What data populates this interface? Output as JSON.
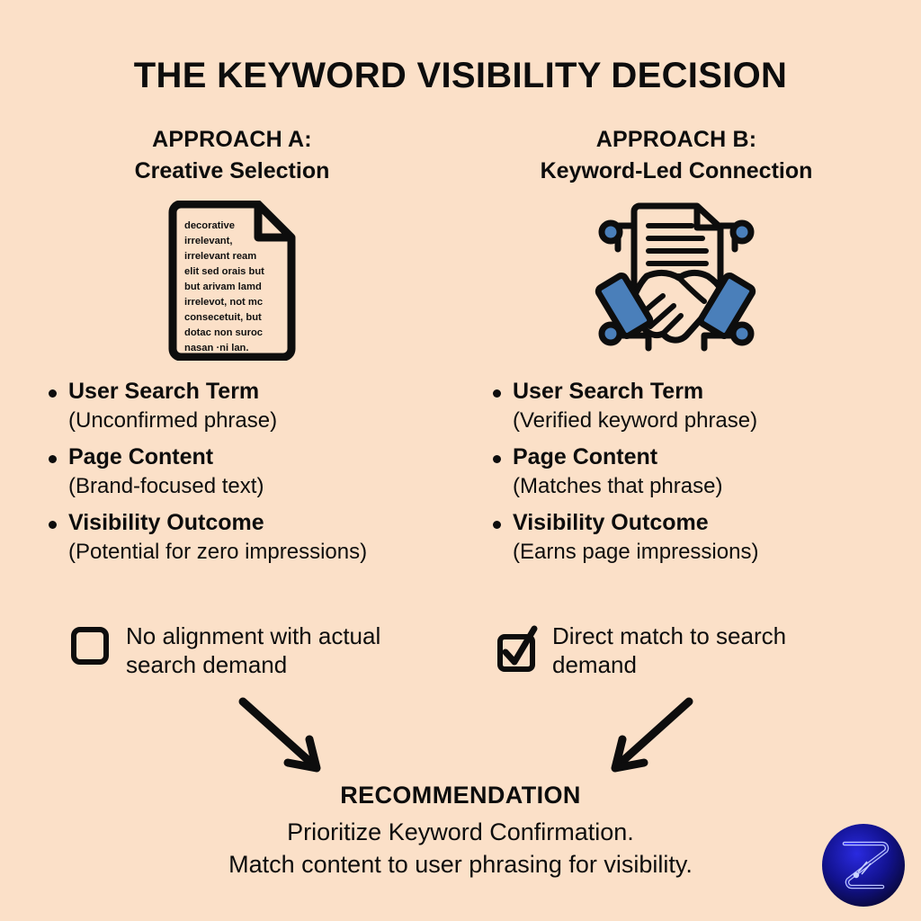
{
  "title": "THE KEYWORD VISIBILITY DECISION",
  "columns": [
    {
      "eyebrow": "APPROACH A:",
      "subhead": "Creative Selection",
      "icon": "document-with-filler-text-icon",
      "document_lines": [
        "decorative",
        "irrelevant,",
        "irrelevant ream",
        "elit sed orais but",
        "but arivam lamd",
        "irrelevot, not mc",
        "consecetuit, but",
        "dotac non suroc",
        "nasan ·ni lan."
      ],
      "bullets": [
        {
          "title": "User Search Term",
          "sub": "(Unconfirmed phrase)"
        },
        {
          "title": "Page Content",
          "sub": "(Brand-focused text)"
        },
        {
          "title": "Visibility Outcome",
          "sub": "(Potential for zero impressions)"
        }
      ],
      "summary": {
        "checkbox_state": "unchecked",
        "text": "No alignment with actual search demand"
      }
    },
    {
      "eyebrow": "APPROACH B:",
      "subhead": "Keyword-Led Connection",
      "icon": "handshake-contract-icon",
      "bullets": [
        {
          "title": "User Search Term",
          "sub": "(Verified keyword phrase)"
        },
        {
          "title": "Page Content",
          "sub": "(Matches that phrase)"
        },
        {
          "title": "Visibility Outcome",
          "sub": "(Earns page impressions)"
        }
      ],
      "summary": {
        "checkbox_state": "checked",
        "text": "Direct match to search demand"
      }
    }
  ],
  "arrows": {
    "left_icon": "arrow-down-right-icon",
    "right_icon": "arrow-down-left-icon"
  },
  "recommendation": {
    "heading": "RECOMMENDATION",
    "line1": "Prioritize Keyword Confirmation.",
    "line2": "Match content to user phrasing for visibility."
  },
  "logo": {
    "name": "z-monogram-logo",
    "letter": "Z"
  },
  "colors": {
    "background": "#fbe0c8",
    "ink": "#0d0d0d",
    "accent_blue": "#4a7fba",
    "logo_outer": "#0a0a3c",
    "logo_inner": "#1a1acc"
  }
}
